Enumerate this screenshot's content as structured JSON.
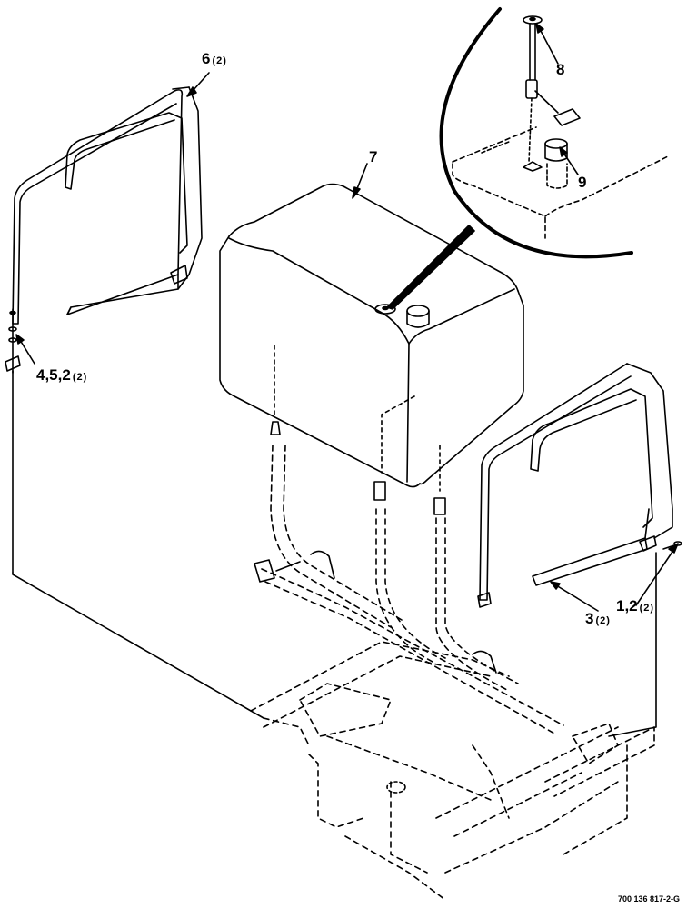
{
  "callouts": [
    {
      "id": "c6",
      "number": "6",
      "qty": "(2)"
    },
    {
      "id": "c7",
      "number": "7",
      "qty": ""
    },
    {
      "id": "c8",
      "number": "8",
      "qty": ""
    },
    {
      "id": "c9",
      "number": "9",
      "qty": ""
    },
    {
      "id": "c452",
      "number": "4,5,2",
      "qty": "(2)"
    },
    {
      "id": "c12",
      "number": "1,2",
      "qty": "(2)"
    },
    {
      "id": "c3",
      "number": "3",
      "qty": "(2)"
    }
  ],
  "reference_code": "700 136 817-2-G"
}
